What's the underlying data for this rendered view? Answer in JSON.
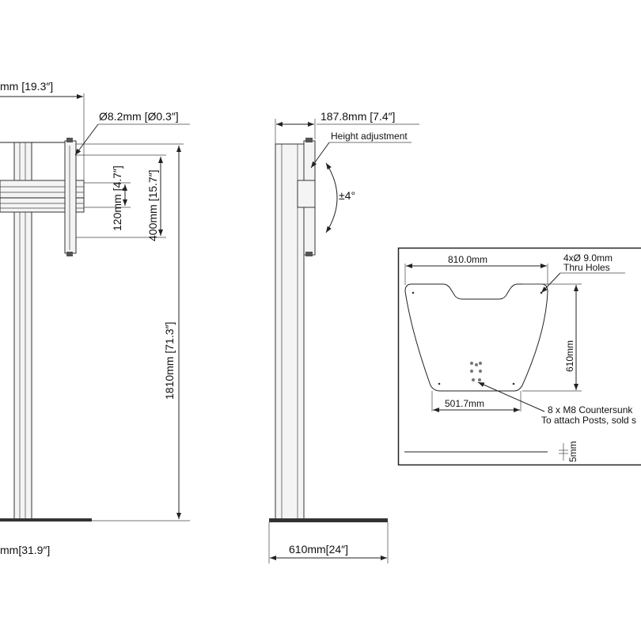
{
  "front_view": {
    "width_label": "mm [19.3″]",
    "hole_label": "Ø8.2mm [Ø0.3″]",
    "vesa_small_label": "120mm [4.7″]",
    "vesa_large_label": "400mm [15.7″]",
    "height_label": "1810mm [71.3″]",
    "base_width_label": "mm[31.9″]"
  },
  "side_view": {
    "depth_label": "187.8mm [7.4″]",
    "height_adjust_label": "Height adjustment",
    "tilt_label": "±4°",
    "base_depth_label": "610mm[24″]"
  },
  "base_plate_detail": {
    "width_label": "810.0mm",
    "holes_label_line1": "4xØ 9.0mm",
    "holes_label_line2": "Thru Holes",
    "depth_label": "610mm",
    "bottom_width_label": "501.7mm",
    "countersunk_line1": "8 x M8 Countersunk",
    "countersunk_line2": "To attach Posts, sold s",
    "thickness_label": "5mm"
  }
}
